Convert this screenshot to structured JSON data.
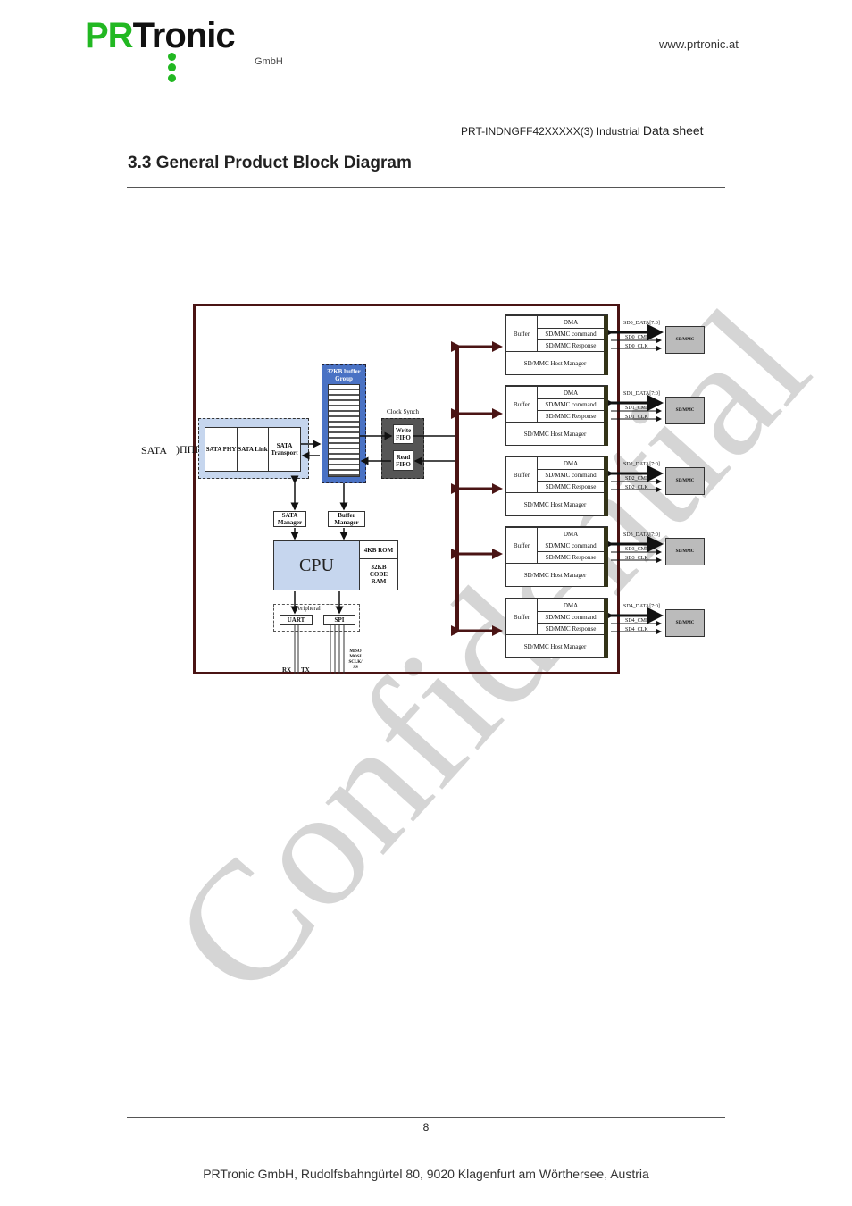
{
  "header": {
    "logo": {
      "part1": "PR",
      "part2": "Tronic",
      "sub": "GmbH"
    },
    "url": "www.prtronic.at",
    "doc_id": "PRT-INDNGFF42XXXXX(3) Industrial",
    "doc_type": "Data sheet"
  },
  "section_title": "3.3 General Product Block Diagram",
  "diagram": {
    "sata_label": "SATA",
    "sata_blocks": [
      "SATA PHY",
      "SATA Link",
      "SATA Transport"
    ],
    "buffer_group": "32KB buffer Group",
    "clock_synch": "Clock Synch",
    "write_fifo": "Write FIFO",
    "read_fifo": "Read FIFO",
    "sata_manager": "SATA Manager",
    "buffer_manager": "Buffer Manager",
    "cpu": "CPU",
    "rom": "4KB ROM",
    "code_ram": "32KB CODE RAM",
    "peripheral": "Peripheral",
    "uart": "UART",
    "spi": "SPI",
    "rx": "RX",
    "tx": "TX",
    "spi_signals": "MISO MOSI SCLK/ SS",
    "sd_channels": [
      {
        "buffer": "Buffer",
        "dma": "DMA",
        "cmd": "SD/MMC command",
        "resp": "SD/MMC Response",
        "mgr": "SD/MMC Host Manager",
        "data": "SD0_DATA[7:0]",
        "cmdsig": "SD0_CMD",
        "clk": "SD0_CLK",
        "card": "SD/MMC"
      },
      {
        "buffer": "Buffer",
        "dma": "DMA",
        "cmd": "SD/MMC command",
        "resp": "SD/MMC Response",
        "mgr": "SD/MMC Host Manager",
        "data": "SD1_DATA[7:0]",
        "cmdsig": "SD1_CMD",
        "clk": "SD1_CLK",
        "card": "SD/MMC"
      },
      {
        "buffer": "Buffer",
        "dma": "DMA",
        "cmd": "SD/MMC command",
        "resp": "SD/MMC Response",
        "mgr": "SD/MMC Host Manager",
        "data": "SD2_DATA[7:0]",
        "cmdsig": "SD2_CMD",
        "clk": "SD2_CLK",
        "card": "SD/MMC"
      },
      {
        "buffer": "Buffer",
        "dma": "DMA",
        "cmd": "SD/MMC command",
        "resp": "SD/MMC Response",
        "mgr": "SD/MMC Host Manager",
        "data": "SD3_DATA[7:0]",
        "cmdsig": "SD3_CMD",
        "clk": "SD3_CLK",
        "card": "SD/MMC"
      },
      {
        "buffer": "Buffer",
        "dma": "DMA",
        "cmd": "SD/MMC command",
        "resp": "SD/MMC Response",
        "mgr": "SD/MMC Host Manager",
        "data": "SD4_DATA[7:0]",
        "cmdsig": "SD4_CMD",
        "clk": "SD4_CLK",
        "card": "SD/MMC"
      }
    ]
  },
  "watermark": "Confidential",
  "footer": {
    "page": "8",
    "address": "PRTronic GmbH, Rudolfsbahngürtel 80, 9020 Klagenfurt am Wörthersee, Austria"
  }
}
